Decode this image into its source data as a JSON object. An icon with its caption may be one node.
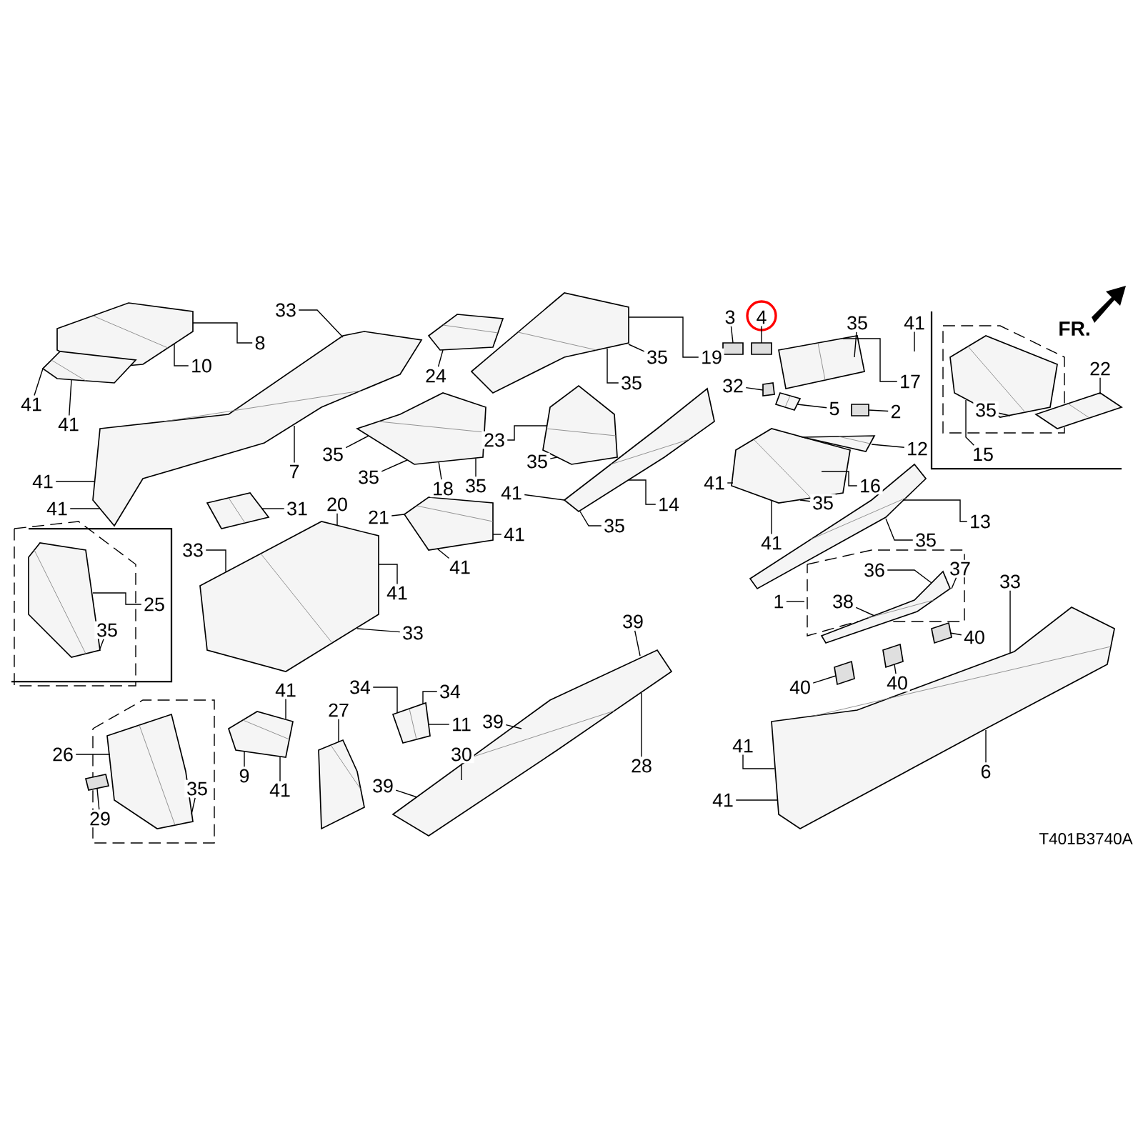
{
  "diagram": {
    "nodes": [
      {
        "text": [
          "33"
        ]
      },
      {
        "text": [
          "8"
        ]
      },
      {
        "text": [
          "10"
        ]
      },
      {
        "text": [
          "41"
        ]
      },
      {
        "text": [
          "41"
        ]
      },
      {
        "text": [
          "7"
        ]
      },
      {
        "text": [
          "24"
        ]
      },
      {
        "text": [
          "41"
        ]
      },
      {
        "text": [
          "41"
        ]
      },
      {
        "text": [
          "31"
        ]
      },
      {
        "text": [
          "35"
        ]
      },
      {
        "text": [
          "35"
        ]
      },
      {
        "text": [
          "18"
        ]
      },
      {
        "text": [
          "35"
        ]
      },
      {
        "text": [
          "23"
        ]
      },
      {
        "text": [
          "35"
        ]
      },
      {
        "text": [
          "41"
        ]
      },
      {
        "text": [
          "20"
        ]
      },
      {
        "text": [
          "21"
        ]
      },
      {
        "text": [
          "41"
        ]
      },
      {
        "text": [
          "3"
        ]
      },
      {
        "text": [
          "4"
        ]
      },
      {
        "text": [
          "41"
        ]
      },
      {
        "text": [
          "35"
        ]
      },
      {
        "text": [
          "19"
        ]
      },
      {
        "text": [
          "35"
        ]
      },
      {
        "text": [
          "35"
        ]
      },
      {
        "text": [
          "17"
        ]
      },
      {
        "text": [
          "32"
        ]
      },
      {
        "text": [
          "5"
        ]
      },
      {
        "text": [
          "2"
        ]
      },
      {
        "text": [
          "12"
        ]
      },
      {
        "text": [
          "41"
        ]
      },
      {
        "text": [
          "16"
        ]
      },
      {
        "text": [
          "35"
        ]
      },
      {
        "text": [
          "41"
        ]
      },
      {
        "text": [
          "14"
        ]
      },
      {
        "text": [
          "35"
        ]
      },
      {
        "text": [
          "13"
        ]
      },
      {
        "text": [
          "35"
        ]
      },
      {
        "text": [
          "15"
        ]
      },
      {
        "text": [
          "35"
        ]
      },
      {
        "text": [
          "22"
        ]
      },
      {
        "text": [
          "33"
        ]
      },
      {
        "text": [
          "41"
        ]
      },
      {
        "text": [
          "41"
        ]
      },
      {
        "text": [
          "25"
        ]
      },
      {
        "text": [
          "35"
        ]
      },
      {
        "text": [
          "33"
        ]
      },
      {
        "text": [
          "34"
        ]
      },
      {
        "text": [
          "34"
        ]
      },
      {
        "text": [
          "41"
        ]
      },
      {
        "text": [
          "11"
        ]
      },
      {
        "text": [
          "27"
        ]
      },
      {
        "text": [
          "26"
        ]
      },
      {
        "text": [
          "9"
        ]
      },
      {
        "text": [
          "41"
        ]
      },
      {
        "text": [
          "30"
        ]
      },
      {
        "text": [
          "39"
        ]
      },
      {
        "text": [
          "39"
        ]
      },
      {
        "text": [
          "35"
        ]
      },
      {
        "text": [
          "29"
        ]
      },
      {
        "text": [
          "39"
        ]
      },
      {
        "text": [
          "28"
        ]
      },
      {
        "text": [
          "1"
        ]
      },
      {
        "text": [
          "36"
        ]
      },
      {
        "text": [
          "37"
        ]
      },
      {
        "text": [
          "38"
        ]
      },
      {
        "text": [
          "33"
        ]
      },
      {
        "text": [
          "40"
        ]
      },
      {
        "text": [
          "40"
        ]
      },
      {
        "text": [
          "40"
        ]
      },
      {
        "text": [
          "41"
        ]
      },
      {
        "text": [
          "41"
        ]
      },
      {
        "text": [
          "6"
        ]
      },
      {
        "text": [],
        "shape": "picture"
      },
      {
        "text": [],
        "shape": "picture"
      },
      {
        "text": [],
        "shape": "picture"
      },
      {
        "text": [],
        "shape": "picture"
      },
      {
        "text": [],
        "shape": "picture"
      },
      {
        "text": [],
        "shape": "picture"
      },
      {
        "text": [],
        "shape": "picture"
      },
      {
        "text": [],
        "shape": "picture"
      },
      {
        "text": [],
        "shape": "picture"
      },
      {
        "text": [],
        "shape": "picture"
      },
      {
        "text": [],
        "shape": "picture"
      },
      {
        "text": [],
        "shape": "picture"
      },
      {
        "text": [],
        "shape": "picture"
      },
      {
        "text": [],
        "shape": "picture"
      },
      {
        "text": [],
        "shape": "picture"
      },
      {
        "text": [],
        "shape": "box"
      },
      {
        "text": [],
        "shape": "picture"
      },
      {
        "text": [],
        "shape": "picture"
      },
      {
        "text": [],
        "shape": "picture"
      },
      {
        "text": [],
        "shape": "picture"
      },
      {
        "text": [],
        "shape": "picture"
      },
      {
        "text": [],
        "shape": "picture"
      },
      {
        "text": [],
        "shape": "picture"
      },
      {
        "text": [],
        "shape": "picture"
      },
      {
        "text": [],
        "shape": "picture"
      },
      {
        "text": [],
        "shape": "picture"
      },
      {
        "text": [],
        "shape": "picture"
      },
      {
        "text": [],
        "shape": "box"
      },
      {
        "text": [],
        "shape": "box"
      },
      {
        "text": [],
        "shape": "box"
      },
      {
        "text": [],
        "shape": "box"
      },
      {
        "text": [],
        "shape": "box"
      },
      {
        "text": [],
        "shape": "box"
      },
      {
        "text": [],
        "shape": "box"
      }
    ],
    "edges": [
      {
        "from": 0,
        "to": 77,
        "arrow": "none"
      },
      {
        "from": 1,
        "to": 75,
        "arrow": "none"
      },
      {
        "from": 2,
        "to": 75,
        "arrow": "none"
      },
      {
        "from": 3,
        "to": 76,
        "arrow": "none"
      },
      {
        "from": 4,
        "to": 76,
        "arrow": "none"
      },
      {
        "from": 5,
        "to": 77,
        "arrow": "none"
      },
      {
        "from": 6,
        "to": 78,
        "arrow": "none"
      },
      {
        "from": 7,
        "to": 77,
        "arrow": "none"
      },
      {
        "from": 8,
        "to": 77,
        "arrow": "none"
      },
      {
        "from": 9,
        "to": 82,
        "arrow": "none"
      },
      {
        "from": 10,
        "to": 80,
        "arrow": "none"
      },
      {
        "from": 11,
        "to": 80,
        "arrow": "none"
      },
      {
        "from": 12,
        "to": 80,
        "arrow": "none"
      },
      {
        "from": 13,
        "to": 80,
        "arrow": "none"
      },
      {
        "from": 14,
        "to": 81,
        "arrow": "none"
      },
      {
        "from": 15,
        "to": 81,
        "arrow": "none"
      },
      {
        "from": 16,
        "to": 85,
        "arrow": "none"
      },
      {
        "from": 17,
        "to": 84,
        "arrow": "none"
      },
      {
        "from": 18,
        "to": 83,
        "arrow": "none"
      },
      {
        "from": 19,
        "to": 83,
        "arrow": "none"
      },
      {
        "from": 20,
        "to": 102,
        "arrow": "none"
      },
      {
        "from": 21,
        "to": 103,
        "arrow": "none"
      },
      {
        "from": 22,
        "to": null,
        "arrow": "none"
      },
      {
        "from": 23,
        "to": 86,
        "arrow": "none"
      },
      {
        "from": 24,
        "to": 79,
        "arrow": "none"
      },
      {
        "from": 25,
        "to": 79,
        "arrow": "none"
      },
      {
        "from": 26,
        "to": 79,
        "arrow": "none"
      },
      {
        "from": 27,
        "to": 86,
        "arrow": "none"
      },
      {
        "from": 28,
        "to": 90,
        "arrow": "none"
      },
      {
        "from": 29,
        "to": 89,
        "arrow": "none"
      },
      {
        "from": 30,
        "to": 104,
        "arrow": "none"
      },
      {
        "from": 31,
        "to": 88,
        "arrow": "none"
      },
      {
        "from": 32,
        "to": 87,
        "arrow": "none"
      },
      {
        "from": 33,
        "to": 87,
        "arrow": "none"
      },
      {
        "from": 34,
        "to": 87,
        "arrow": "none"
      },
      {
        "from": 35,
        "to": 87,
        "arrow": "none"
      },
      {
        "from": 36,
        "to": 85,
        "arrow": "none"
      },
      {
        "from": 37,
        "to": 85,
        "arrow": "none"
      },
      {
        "from": 38,
        "to": 91,
        "arrow": "none"
      },
      {
        "from": 39,
        "to": 91,
        "arrow": "none"
      },
      {
        "from": 40,
        "to": 92,
        "arrow": "none"
      },
      {
        "from": 41,
        "to": 92,
        "arrow": "none"
      },
      {
        "from": 42,
        "to": 93,
        "arrow": "none"
      },
      {
        "from": 43,
        "to": 84,
        "arrow": "none"
      },
      {
        "from": 44,
        "to": 84,
        "arrow": "none"
      },
      {
        "from": 45,
        "to": 83,
        "arrow": "none"
      },
      {
        "from": 46,
        "to": 94,
        "arrow": "none"
      },
      {
        "from": 47,
        "to": 94,
        "arrow": "none"
      },
      {
        "from": 48,
        "to": 84,
        "arrow": "none"
      },
      {
        "from": 49,
        "to": 98,
        "arrow": "none"
      },
      {
        "from": 50,
        "to": 98,
        "arrow": "none"
      },
      {
        "from": 51,
        "to": 96,
        "arrow": "none"
      },
      {
        "from": 52,
        "to": 98,
        "arrow": "none"
      },
      {
        "from": 53,
        "to": 97,
        "arrow": "none"
      },
      {
        "from": 54,
        "to": 95,
        "arrow": "none"
      },
      {
        "from": 55,
        "to": 96,
        "arrow": "none"
      },
      {
        "from": 56,
        "to": 96,
        "arrow": "none"
      },
      {
        "from": 57,
        "to": 99,
        "arrow": "none"
      },
      {
        "from": 58,
        "to": 99,
        "arrow": "none"
      },
      {
        "from": 59,
        "to": 99,
        "arrow": "none"
      },
      {
        "from": 60,
        "to": 95,
        "arrow": "none"
      },
      {
        "from": 61,
        "to": 105,
        "arrow": "none"
      },
      {
        "from": 62,
        "to": 99,
        "arrow": "none"
      },
      {
        "from": 63,
        "to": 99,
        "arrow": "none"
      },
      {
        "from": 64,
        "to": null,
        "arrow": "none"
      },
      {
        "from": 65,
        "to": 101,
        "arrow": "none"
      },
      {
        "from": 66,
        "to": 101,
        "arrow": "none"
      },
      {
        "from": 67,
        "to": 101,
        "arrow": "none"
      },
      {
        "from": 68,
        "to": 100,
        "arrow": "none"
      },
      {
        "from": 69,
        "to": 106,
        "arrow": "none"
      },
      {
        "from": 70,
        "to": 108,
        "arrow": "none"
      },
      {
        "from": 71,
        "to": 107,
        "arrow": "none"
      },
      {
        "from": 72,
        "to": 100,
        "arrow": "none"
      },
      {
        "from": 73,
        "to": 100,
        "arrow": "none"
      },
      {
        "from": 74,
        "to": 100,
        "arrow": "none"
      }
    ],
    "labels": [
      "FR.",
      "T401B3740A"
    ]
  }
}
